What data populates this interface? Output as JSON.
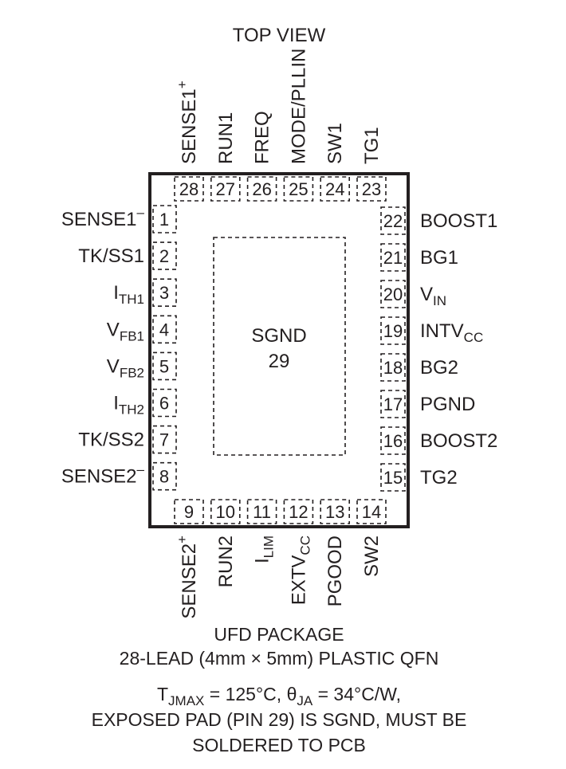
{
  "title": "TOP VIEW",
  "exposed_pad": {
    "name": "SGND",
    "number": "29"
  },
  "left_pins": [
    {
      "num": "1",
      "base": "SENSE1",
      "sup": "–"
    },
    {
      "num": "2",
      "base": "TK/SS1"
    },
    {
      "num": "3",
      "base": "I",
      "sub": "TH1"
    },
    {
      "num": "4",
      "base": "V",
      "sub": "FB1"
    },
    {
      "num": "5",
      "base": "V",
      "sub": "FB2"
    },
    {
      "num": "6",
      "base": "I",
      "sub": "TH2"
    },
    {
      "num": "7",
      "base": "TK/SS2"
    },
    {
      "num": "8",
      "base": "SENSE2",
      "sup": "–"
    }
  ],
  "bottom_pins": [
    {
      "num": "9",
      "base": "SENSE2",
      "sup": "+"
    },
    {
      "num": "10",
      "base": "RUN2"
    },
    {
      "num": "11",
      "base": "I",
      "sub": "LIM"
    },
    {
      "num": "12",
      "base": "EXTV",
      "sub": "CC"
    },
    {
      "num": "13",
      "base": "PGOOD"
    },
    {
      "num": "14",
      "base": "SW2"
    }
  ],
  "right_pins": [
    {
      "num": "15",
      "base": "TG2"
    },
    {
      "num": "16",
      "base": "BOOST2"
    },
    {
      "num": "17",
      "base": "PGND"
    },
    {
      "num": "18",
      "base": "BG2"
    },
    {
      "num": "19",
      "base": "INTV",
      "sub": "CC"
    },
    {
      "num": "20",
      "base": "V",
      "sub": "IN"
    },
    {
      "num": "21",
      "base": "BG1"
    },
    {
      "num": "22",
      "base": "BOOST1"
    }
  ],
  "top_pins": [
    {
      "num": "23",
      "base": "TG1"
    },
    {
      "num": "24",
      "base": "SW1"
    },
    {
      "num": "25",
      "base": "MODE/PLLIN"
    },
    {
      "num": "26",
      "base": "FREQ"
    },
    {
      "num": "27",
      "base": "RUN1"
    },
    {
      "num": "28",
      "base": "SENSE1",
      "sup": "+"
    }
  ],
  "caption": {
    "package": "UFD PACKAGE",
    "lead": "28-LEAD (4mm × 5mm) PLASTIC QFN",
    "thermal": {
      "t": "T",
      "t_sub": "JMAX",
      "t_value": " = 125°C, ",
      "theta": "θ",
      "theta_sub": "JA",
      "theta_value": " = 34°C/W,"
    },
    "note1": "EXPOSED PAD (PIN 29) IS SGND, MUST BE",
    "note2": "SOLDERED TO PCB"
  }
}
